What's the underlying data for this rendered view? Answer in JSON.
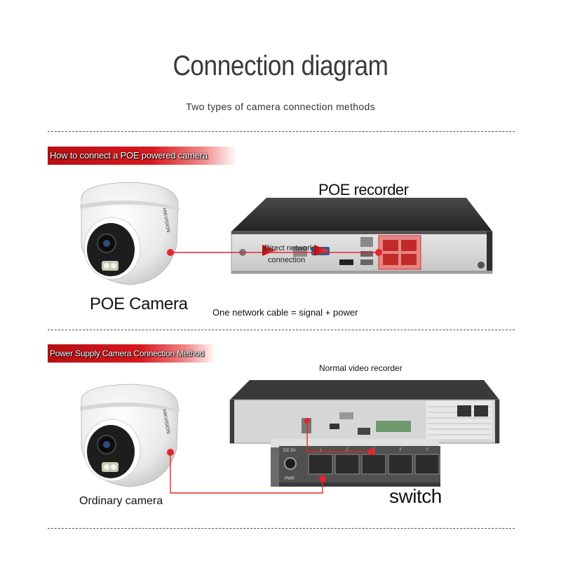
{
  "header": {
    "title": "Connection diagram",
    "subtitle": "Two types of camera connection methods"
  },
  "poe_section": {
    "banner": "How to connect a POE powered camera",
    "recorder_label": "POE recorder",
    "camera_label": "POE Camera",
    "cable_note_line1": "Direct network",
    "cable_note_line2": "connection",
    "caption": "One network cable = signal + power",
    "camera_brand": "HIKVISION"
  },
  "normal_section": {
    "banner": "Power Supply Camera Connection Method",
    "recorder_label": "Normal video recorder",
    "camera_label": "Ordinary camera",
    "switch_label": "switch",
    "switch_power_label": "DC 5V",
    "switch_pwr_label": "PWR",
    "switch_port_numbers": [
      "1",
      "2",
      "3",
      "4",
      "5"
    ],
    "camera_brand": "HIKVISION"
  },
  "colors": {
    "accent_red": "#e3262b",
    "banner_red": "#c8151a",
    "recorder_dark": "#2b2b2b",
    "recorder_panel": "#d9d9d9"
  }
}
